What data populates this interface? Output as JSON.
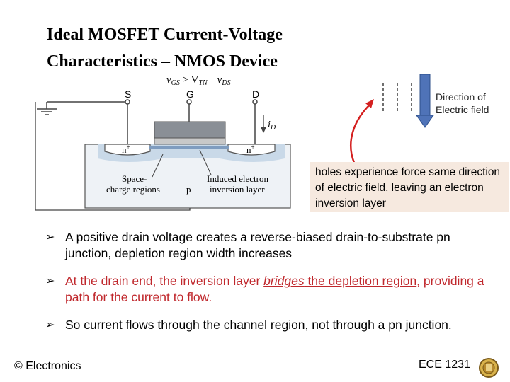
{
  "slide": {
    "title_line1": "Ideal MOSFET Current-Voltage",
    "title_line2": "Characteristics – NMOS Device"
  },
  "figure": {
    "condition_vgs": "v",
    "condition_vgs_sub": "GS",
    "condition_gt": " > V",
    "condition_vtn_sub": "TN",
    "condition_vds_prefix": "v",
    "condition_vds_sub": "DS",
    "terminal_s": "S",
    "terminal_g": "G",
    "terminal_d": "D",
    "current_label": "i",
    "current_sub": "D",
    "nplus_left": "n",
    "nplus_right": "n",
    "plus": "+",
    "substrate": "p",
    "space_charge_line1": "Space-",
    "space_charge_line2": "charge regions",
    "induced_line1": "Induced electron",
    "induced_line2": "inversion layer"
  },
  "field_label": {
    "line1": "Direction of",
    "line2": "Electric field"
  },
  "note": {
    "text": "holes experience force same direction of electric field, leaving an electron inversion layer"
  },
  "bullets": {
    "b1": "A positive drain voltage creates a reverse-biased drain-to-substrate pn junction, depletion region width increases",
    "b2_part1": "At the drain end, the inversion layer ",
    "b2_bridges": "bridges",
    "b2_part2": " the depletion region",
    "b2_part3": ", providing a path for the current to flow.",
    "b3": "So current flows through the channel region, not through a pn junction.",
    "arrow_glyph": "➢"
  },
  "footer": {
    "left": "© Electronics",
    "right": "ECE 1231"
  },
  "colors": {
    "accent_red": "#c0282d",
    "arrow_blue": "#4f73b8",
    "note_bg": "#f6e9df",
    "depletion": "#c9d9e8"
  }
}
